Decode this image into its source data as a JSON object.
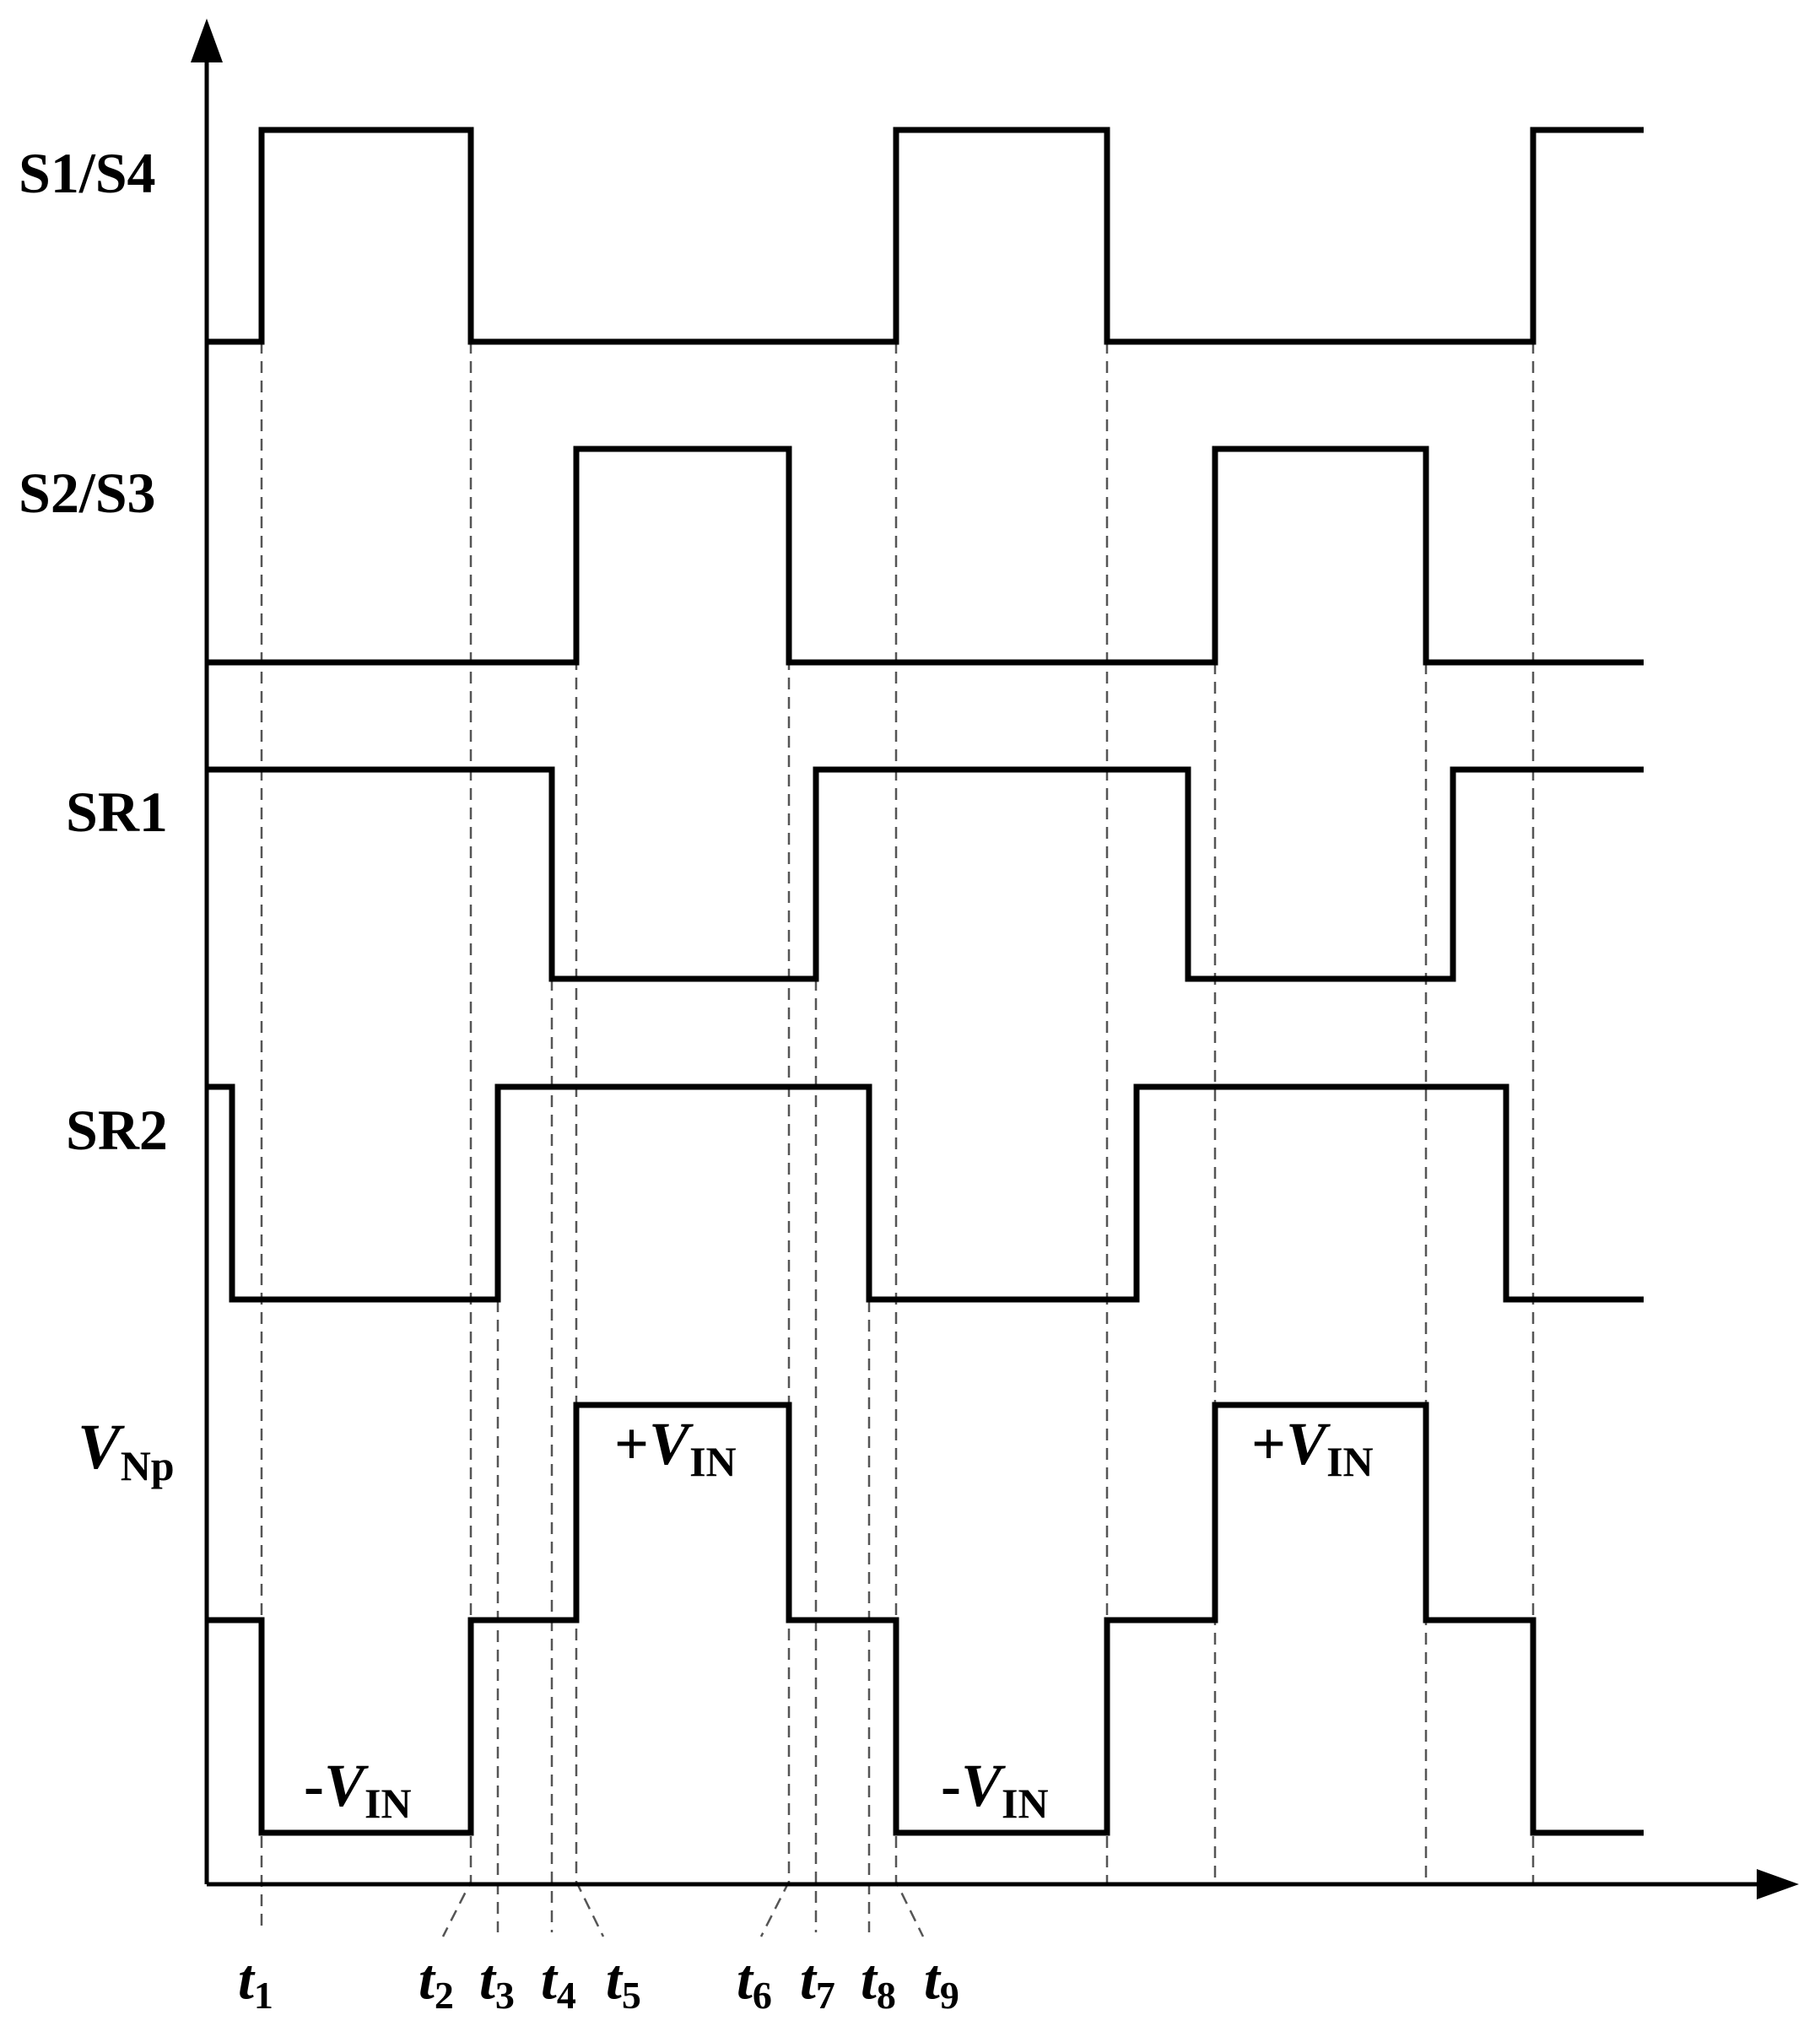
{
  "signals": [
    {
      "name": "S1/S4"
    },
    {
      "name": "S2/S3"
    },
    {
      "name": "SR1"
    },
    {
      "name": "SR2"
    },
    {
      "name": "V",
      "subscript": "Np"
    }
  ],
  "level_labels": [
    {
      "sign": "-",
      "var": "V",
      "sub": "IN"
    },
    {
      "sign": "+",
      "var": "V",
      "sub": "IN"
    },
    {
      "sign": "-",
      "var": "V",
      "sub": "IN"
    },
    {
      "sign": "+",
      "var": "V",
      "sub": "IN"
    }
  ],
  "time_marks": [
    {
      "var": "t",
      "sub": "1"
    },
    {
      "var": "t",
      "sub": "2"
    },
    {
      "var": "t",
      "sub": "3"
    },
    {
      "var": "t",
      "sub": "4"
    },
    {
      "var": "t",
      "sub": "5"
    },
    {
      "var": "t",
      "sub": "6"
    },
    {
      "var": "t",
      "sub": "7"
    },
    {
      "var": "t",
      "sub": "8"
    },
    {
      "var": "t",
      "sub": "9"
    }
  ]
}
